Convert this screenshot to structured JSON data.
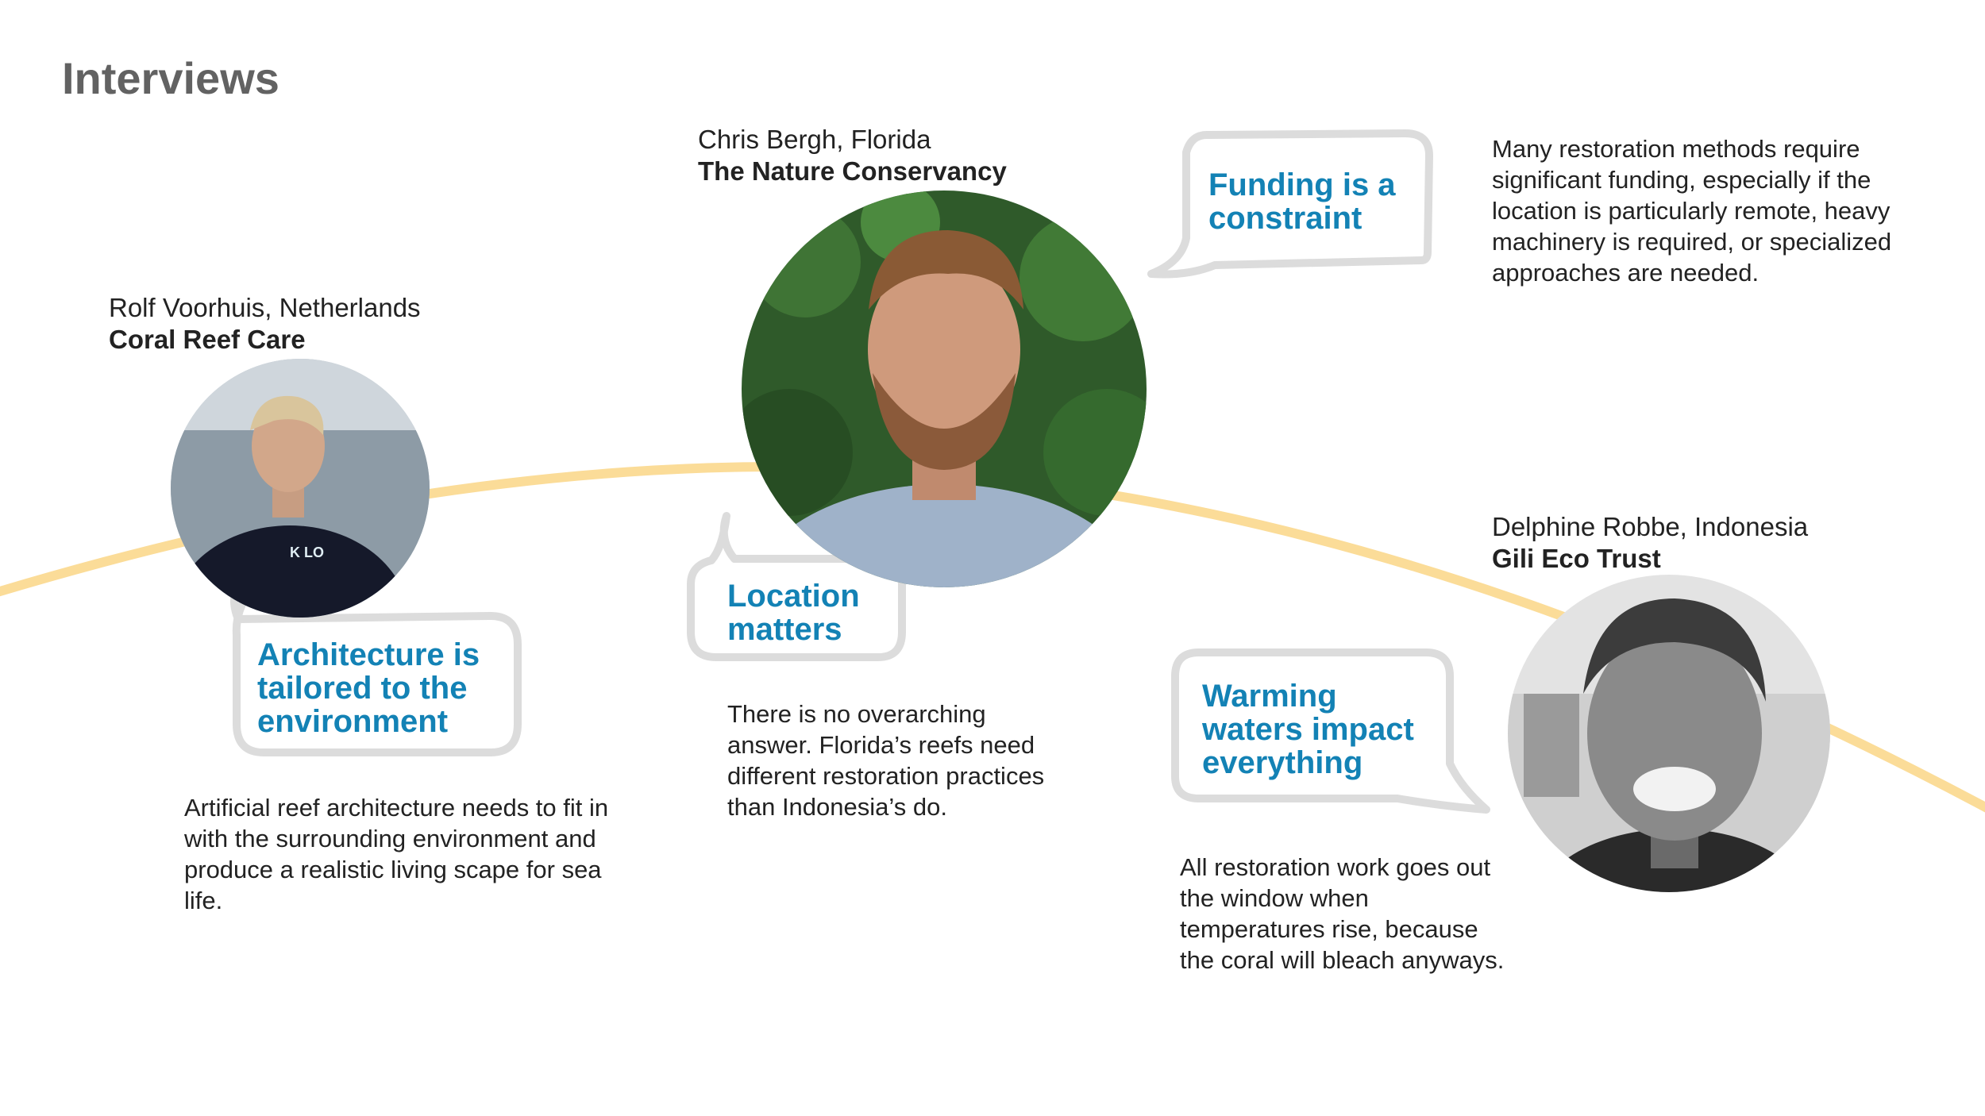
{
  "page": {
    "title": "Interviews"
  },
  "colors": {
    "accent": "#1382b5",
    "arc": "#fbdc98",
    "bubble_outline": "#dcdcdc",
    "title": "#626262",
    "text": "#222222"
  },
  "interviews": [
    {
      "name": "Rolf Voorhuis, Netherlands",
      "org": "Coral Reef Care",
      "quote": [
        "Architecture is",
        "tailored to the",
        "environment"
      ],
      "body": "Artificial reef architecture needs to fit in with the surrounding environment and produce a realistic living scape for sea life."
    },
    {
      "name": "Chris Bergh, Florida",
      "org": "The Nature Conservancy",
      "quote": [
        "Location",
        "matters"
      ],
      "body": "There is no overarching answer. Florida’s reefs need different restoration practices than Indonesia’s do."
    },
    {
      "name": "",
      "org": "",
      "quote": [
        "Funding is a",
        "constraint"
      ],
      "body": "Many restoration methods require significant funding, especially if the location is particularly remote, heavy machinery is required, or specialized approaches are needed."
    },
    {
      "name": "Delphine Robbe, Indonesia",
      "org": "Gili Eco Trust",
      "quote": [
        "Warming",
        "waters impact",
        "everything"
      ],
      "body": "All restoration work goes out the window when temperatures rise, because the coral will bleach anyways."
    }
  ]
}
